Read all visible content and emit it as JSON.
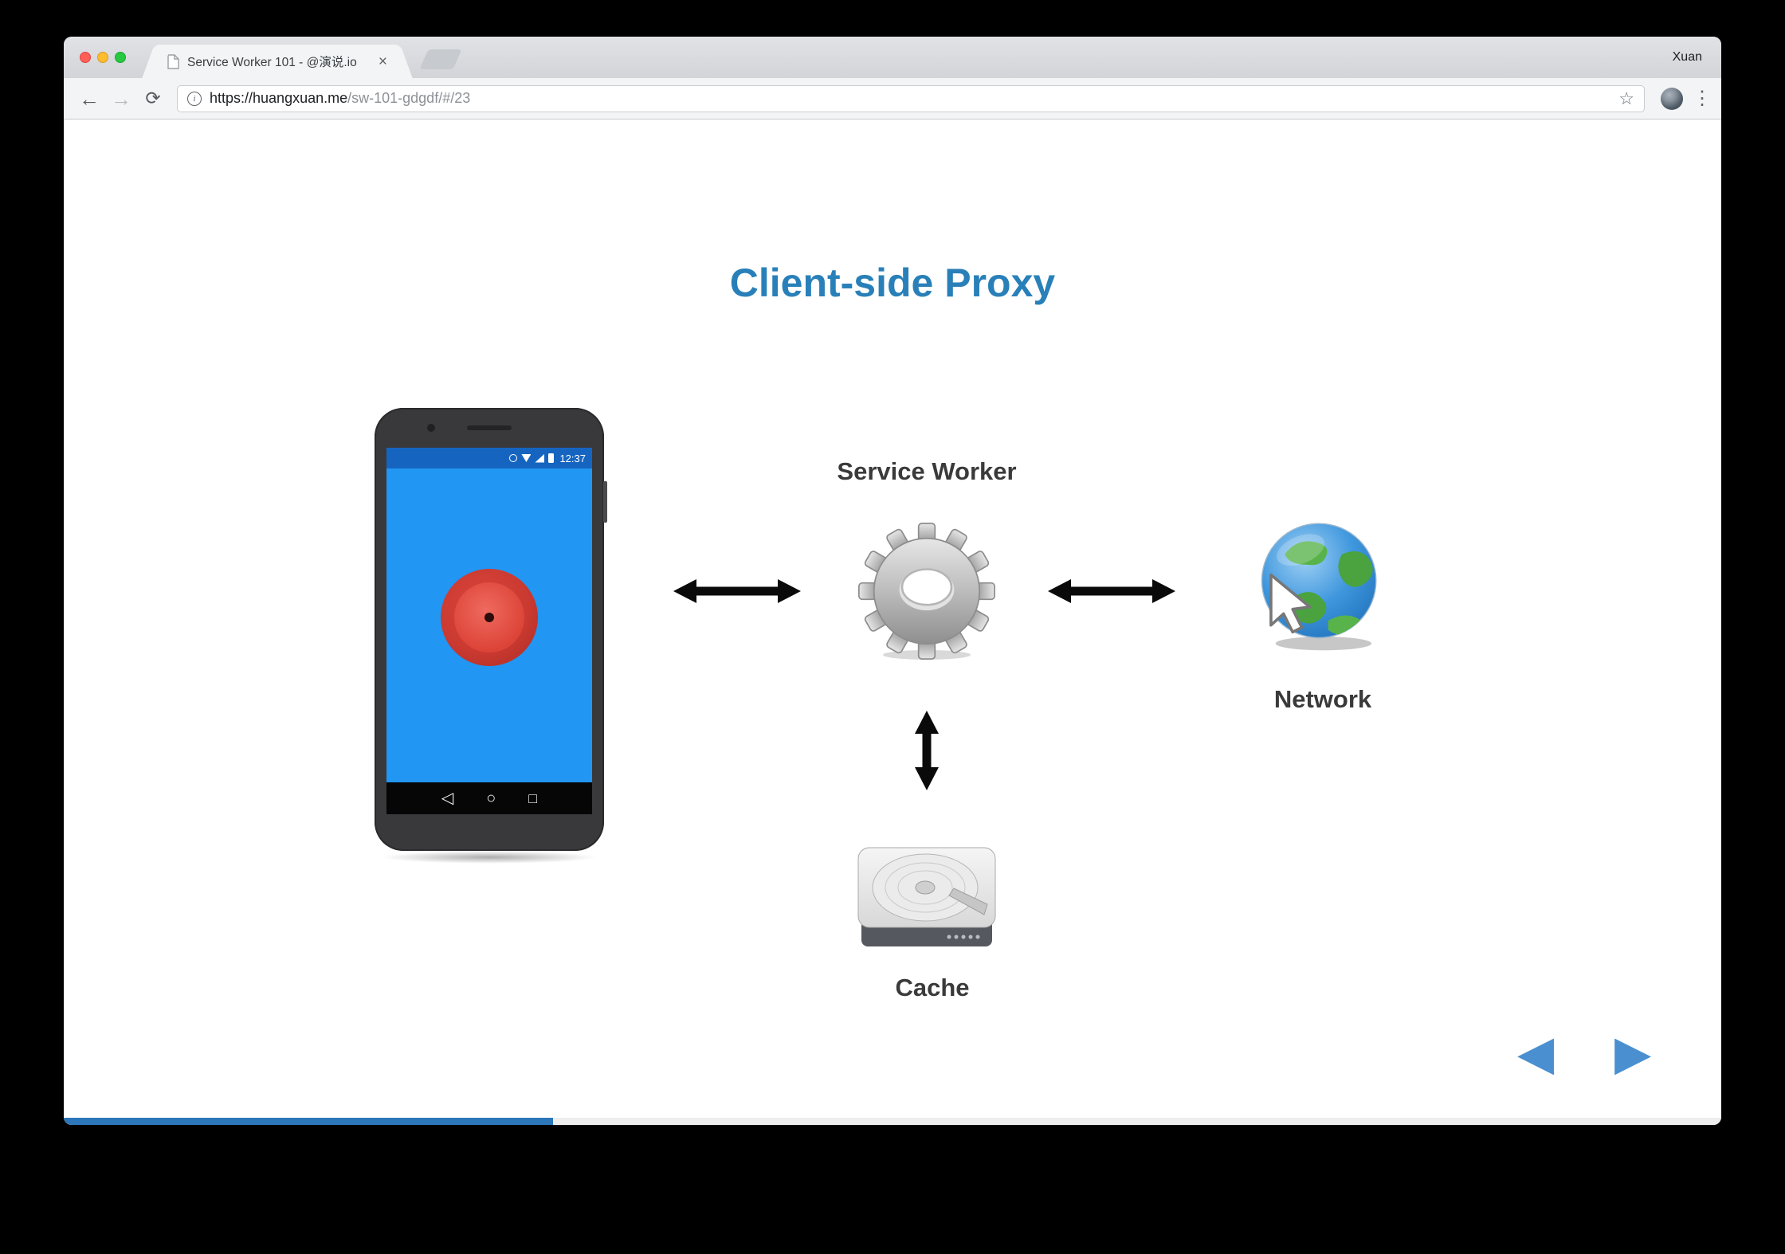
{
  "browser": {
    "profile_name": "Xuan",
    "tab": {
      "title": "Service Worker 101 - @演说.io",
      "close_icon": "×"
    },
    "toolbar": {
      "back_icon": "←",
      "forward_icon": "→",
      "reload_icon": "⟳",
      "info_icon": "i",
      "url_host": "https://huangxuan.me",
      "url_path": "/sw-101-gdgdf/#/23",
      "star_icon": "☆",
      "menu_icon": "⋮"
    }
  },
  "slide": {
    "title": "Client-side Proxy",
    "service_worker_label": "Service Worker",
    "network_label": "Network",
    "cache_label": "Cache",
    "progress_percent": 29.5,
    "progress_style": "width:29.5%",
    "nav": {
      "prev_icon": "◀",
      "next_icon": "▶"
    }
  },
  "phone": {
    "status_time": "12:37",
    "nav": {
      "back_icon": "◁",
      "home_icon": "○",
      "recents_icon": "□"
    }
  },
  "colors": {
    "title_blue": "#2980b9",
    "progress_blue": "#2b77b9",
    "slide_nav_blue": "#4a90d0",
    "phone_screen_blue": "#2196f3",
    "phone_statusbar_blue": "#1565c0",
    "record_button_red": "#d9453c",
    "traffic_red": "#ff5f57",
    "traffic_yellow": "#febc2e",
    "traffic_green": "#28c840"
  }
}
